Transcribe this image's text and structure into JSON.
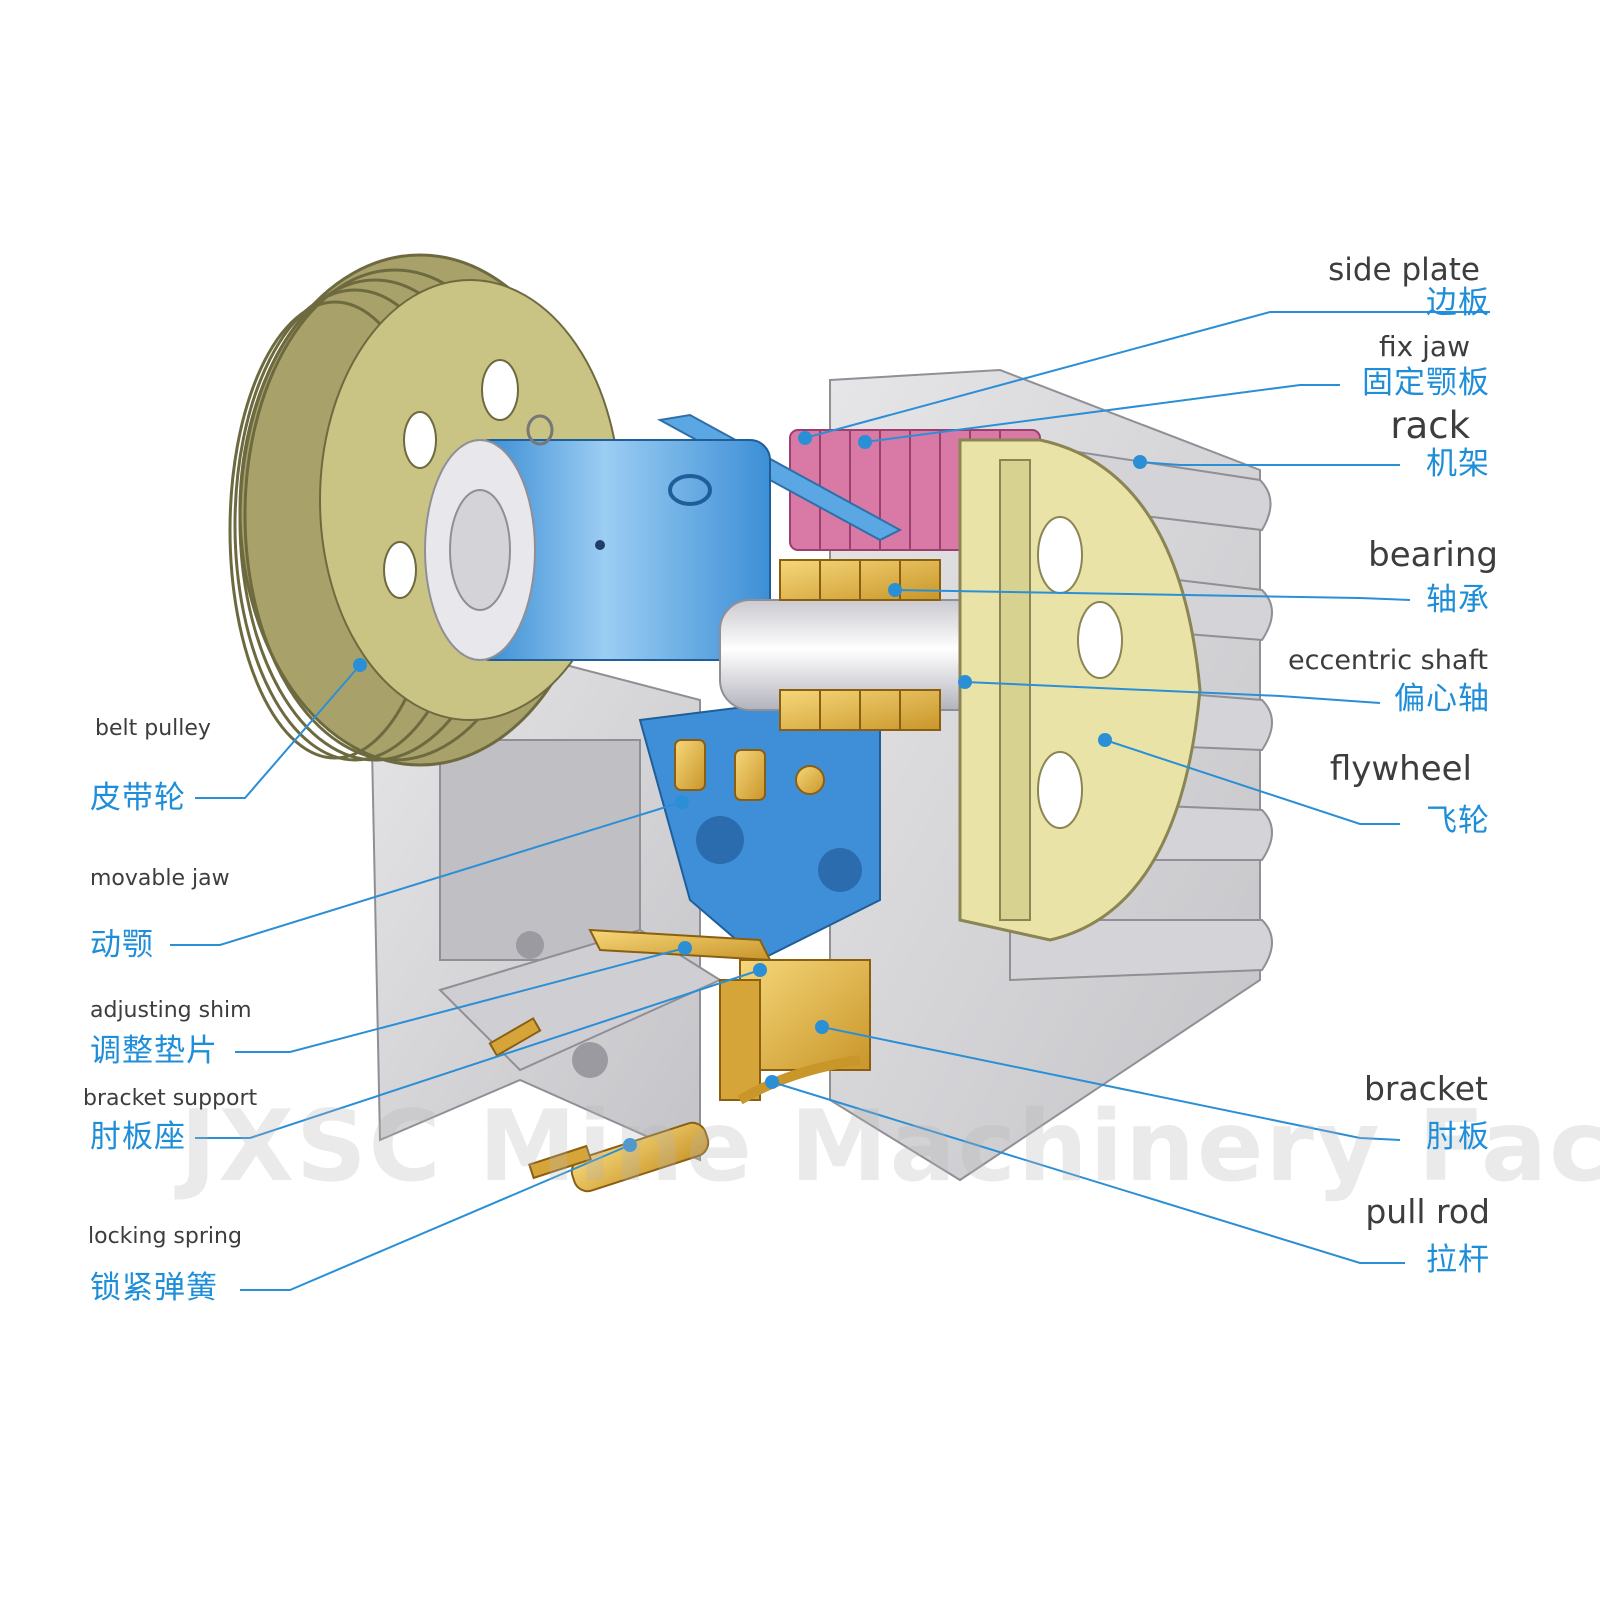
{
  "watermark": "JXSC Mine Machinery Factory",
  "labels": {
    "side_plate": {
      "en": "side plate",
      "zh": "边板"
    },
    "fix_jaw": {
      "en": "fix jaw",
      "zh": "固定颚板"
    },
    "rack": {
      "en": "rack",
      "zh": "机架"
    },
    "bearing": {
      "en": "bearing",
      "zh": "轴承"
    },
    "eccentric_shaft": {
      "en": "eccentric shaft",
      "zh": "偏心轴"
    },
    "flywheel": {
      "en": "flywheel",
      "zh": "飞轮"
    },
    "bracket": {
      "en": "bracket",
      "zh": "肘板"
    },
    "pull_rod": {
      "en": "pull rod",
      "zh": "拉杆"
    },
    "belt_pulley": {
      "en": "belt pulley",
      "zh": "皮带轮"
    },
    "movable_jaw": {
      "en": "movable jaw",
      "zh": "动颚"
    },
    "adjusting_shim": {
      "en": "adjusting shim",
      "zh": "调整垫片"
    },
    "bracket_support": {
      "en": "bracket support",
      "zh": "肘板座"
    },
    "locking_spring": {
      "en": "locking spring",
      "zh": "锁紧弹簧"
    }
  },
  "colors": {
    "leader": "#2b8fd6",
    "frame": "#d9d9dc",
    "pulley": "#b8b27a",
    "jaw": "#4a9fe0",
    "fix_jaw": "#d97aa6",
    "bearing": "#e8b43a"
  }
}
